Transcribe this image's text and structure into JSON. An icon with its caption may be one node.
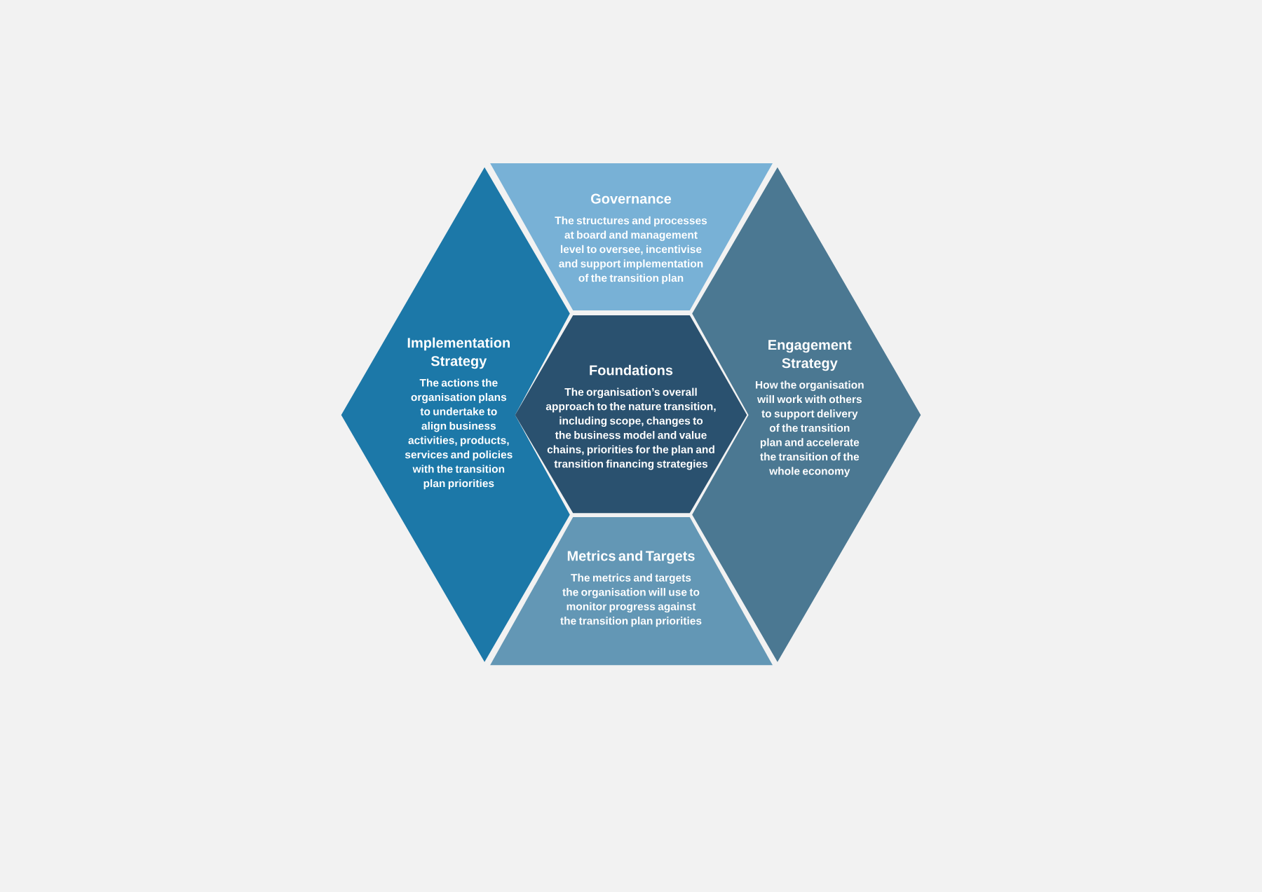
{
  "diagram": {
    "nodes": [
      {
        "text": [
          "Governance",
          "The structures and processes at board and management level to oversee, incentivise and support implementation of the transition plan"
        ]
      },
      {
        "text": [
          "Implementation Strategy",
          "The actions the organisation plans to undertake to align business activities, products, services and policies with the transition plan priorities"
        ]
      },
      {
        "text": [
          "Foundations",
          "The organisation’s overall approach to the nature transition, including scope, changes to the business model and value chains, priorities for the plan and transition financing strategies"
        ]
      },
      {
        "text": [
          "Engagement Strategy",
          "How the organisation will work with others to support delivery of the transition plan and accelerate the transition of the whole economy"
        ]
      },
      {
        "text": [
          "Metrics and Targets",
          "The metrics and targets the organisation will use to monitor progress against the transition plan priorities"
        ]
      }
    ],
    "edges": []
  }
}
